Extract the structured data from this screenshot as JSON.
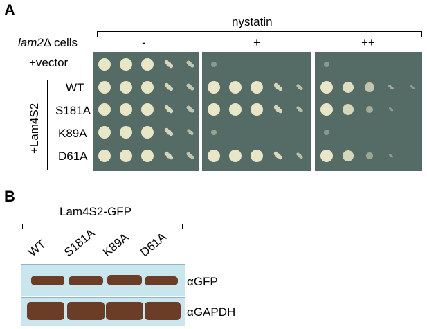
{
  "panel_a": {
    "letter": "A",
    "strain_label_italic": "lam2",
    "strain_label_rest": "Δ cells",
    "treatment": "nystatin",
    "conditions": [
      "-",
      "+",
      "++"
    ],
    "vector_row": "+vector",
    "group_label": "+Lam4S2",
    "rows": [
      "WT",
      "S181A",
      "K89A",
      "D61A"
    ],
    "plate_color": "#556b66",
    "colony_color": "#e9e6c8",
    "growth": [
      [
        [
          1,
          1,
          1,
          0.8,
          0.6
        ],
        [
          0.05,
          0,
          0,
          0,
          0
        ],
        [
          0.03,
          0,
          0,
          0,
          0
        ]
      ],
      [
        [
          1,
          1,
          1,
          0.8,
          0.6
        ],
        [
          1,
          1,
          1,
          0.8,
          0.5
        ],
        [
          1,
          0.9,
          0.6,
          0.25,
          0.08
        ]
      ],
      [
        [
          1,
          1,
          1,
          0.8,
          0.6
        ],
        [
          1,
          1,
          1,
          0.8,
          0.5
        ],
        [
          1,
          0.8,
          0.3,
          0.1,
          0
        ]
      ],
      [
        [
          1,
          1,
          1,
          0.8,
          0.5
        ],
        [
          0.15,
          0,
          0,
          0,
          0
        ],
        [
          0.03,
          0,
          0,
          0,
          0
        ]
      ],
      [
        [
          1,
          1,
          1,
          0.8,
          0.6
        ],
        [
          1,
          1,
          1,
          0.85,
          0.5
        ],
        [
          1,
          0.8,
          0.2,
          0.05,
          0
        ]
      ]
    ]
  },
  "panel_b": {
    "letter": "B",
    "construct": "Lam4S2-GFP",
    "lanes": [
      "WT",
      "S181A",
      "K89A",
      "D61A"
    ],
    "blots": [
      "αGFP",
      "αGAPDH"
    ],
    "band_color": "#6b3c26",
    "background_color": "#c9e6ef"
  }
}
